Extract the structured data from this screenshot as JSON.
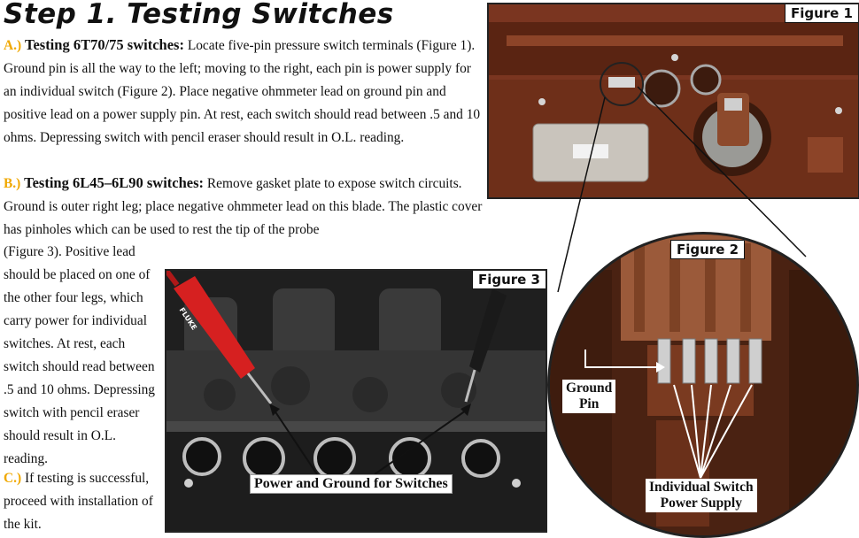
{
  "title": "Step 1. Testing Switches",
  "section_a": {
    "label": "A.)",
    "heading": "Testing 6T70/75 switches:",
    "body": "Locate five-pin pressure switch terminals (Figure 1). Ground pin is all the way to the left; moving to the right, each pin is power supply for an individual switch (Figure 2). Place negative ohmmeter lead on ground pin and positive lead on a power supply pin. At rest, each switch should read between .5 and 10 ohms. Depressing switch with pencil eraser should result in O.L. reading."
  },
  "section_b": {
    "label": "B.)",
    "heading": "Testing 6L45–6L90 switches:",
    "body": "Remove gasket plate to expose switch circuits. Ground is outer right leg; place negative ohmmeter lead on this blade. The plastic cover has pinholes which can be used to rest the tip of the probe",
    "body_cont": "(Figure 3). Positive lead should be placed on one of the other four legs, which carry power for individual switches. At rest, each switch should read between .5 and 10 ohms. Depressing switch with pencil eraser should result in O.L. reading."
  },
  "section_c": {
    "label": "C.)",
    "body": "If testing is successful, proceed with installation of the kit."
  },
  "figure1": {
    "label": "Figure 1"
  },
  "figure2": {
    "label": "Figure 2",
    "callout_ground_line1": "Ground",
    "callout_ground_line2": "Pin",
    "callout_supply_line1": "Individual Switch",
    "callout_supply_line2": "Power Supply"
  },
  "figure3": {
    "label": "Figure 3",
    "callout": "Power and Ground for Switches",
    "probe_text": "FLUKE"
  },
  "colors": {
    "label_accent": "#f0a800",
    "housing": "#6b2d17",
    "probe_red": "#d62020"
  }
}
